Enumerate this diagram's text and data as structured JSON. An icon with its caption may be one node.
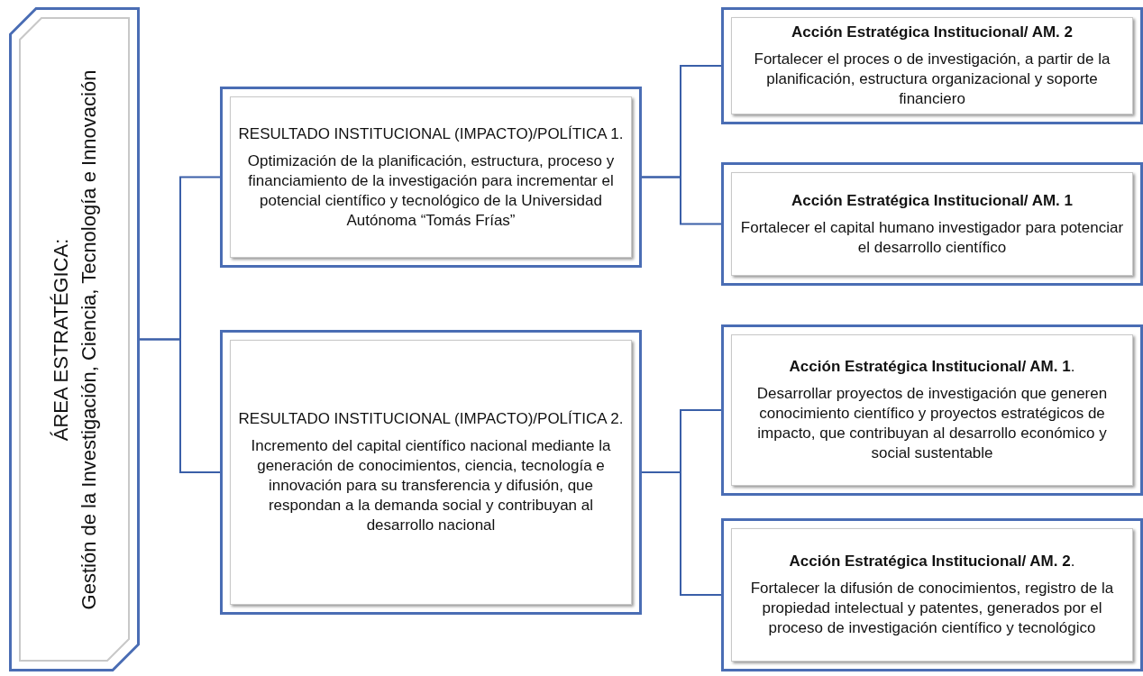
{
  "diagram": {
    "nodes": [
      {
        "text": [
          "ÁREA ESTRATÉGICA:",
          "Gestión de la Investigación, Ciencia, Tecnología e Innovación"
        ]
      },
      {
        "text": [
          "RESULTADO INSTITUCIONAL (IMPACTO)/POLÍTICA 1.",
          "Optimización de la planificación, estructura, proceso y financiamiento de la investigación para incrementar el potencial científico y tecnológico de la Universidad Autónoma “Tomás Frías”"
        ]
      },
      {
        "text": [
          "**Acción Estratégica Institucional/ AM. 2**",
          "Fortalecer el proces o de investigación, a partir de la planificación, estructura organizacional y soporte financiero"
        ]
      },
      {
        "text": [
          "**Acción Estratégica Institucional/ AM. 1**",
          "Fortalecer el capital humano investigador para potenciar el desarrollo científico"
        ]
      },
      {
        "text": [
          "RESULTADO INSTITUCIONAL (IMPACTO)/POLÍTICA 2.",
          "Incremento del capital científico nacional mediante la generación de conocimientos, ciencia, tecnología e innovación para su transferencia y  difusión, que respondan a la demanda social y  contribuyan al desarrollo nacional"
        ]
      },
      {
        "text": [
          "**Acción Estratégica Institucional/ AM. 1**.",
          "Desarrollar proyectos de investigación que generen conocimiento científico y proyectos  estratégicos de impacto, que contribuyan al desarrollo económico y social sustentable"
        ]
      },
      {
        "text": [
          "**Acción Estratégica Institucional/ AM. 2**.",
          "Fortalecer la difusión de conocimientos, registro de la propiedad intelectual y patentes, generados por el proceso de investigación  científico y tecnológico"
        ]
      }
    ],
    "edges": [
      {
        "from": 0,
        "to": 1,
        "arrow": "none"
      },
      {
        "from": 0,
        "to": 4,
        "arrow": "none"
      },
      {
        "from": 1,
        "to": 2,
        "arrow": "none"
      },
      {
        "from": 1,
        "to": 3,
        "arrow": "none"
      },
      {
        "from": 4,
        "to": 5,
        "arrow": "none"
      },
      {
        "from": 4,
        "to": 6,
        "arrow": "none"
      }
    ]
  }
}
